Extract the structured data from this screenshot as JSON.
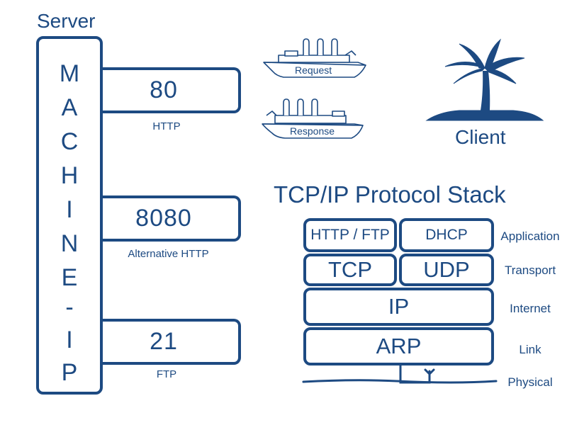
{
  "server": {
    "title": "Server",
    "column_letters": [
      "M",
      "A",
      "C",
      "H",
      "I",
      "N",
      "E",
      "-",
      "I",
      "P"
    ]
  },
  "ports": [
    {
      "number": "80",
      "name": "HTTP"
    },
    {
      "number": "8080",
      "name": "Alternative HTTP"
    },
    {
      "number": "21",
      "name": "FTP"
    }
  ],
  "messages": {
    "request": "Request",
    "response": "Response"
  },
  "client": {
    "label": "Client"
  },
  "stack": {
    "title": "TCP/IP Protocol Stack",
    "application": {
      "left": "HTTP / FTP",
      "right": "DHCP",
      "label": "Application"
    },
    "transport": {
      "left": "TCP",
      "right": "UDP",
      "label": "Transport"
    },
    "internet": {
      "cell": "IP",
      "label": "Internet"
    },
    "link": {
      "cell": "ARP",
      "label": "Link"
    },
    "physical": {
      "label": "Physical"
    }
  },
  "colors": {
    "primary": "#1d4a82",
    "background": "#ffffff"
  },
  "icons": [
    "request-ship-icon",
    "response-ship-icon",
    "palm-tree-island-icon",
    "cable-icon"
  ]
}
